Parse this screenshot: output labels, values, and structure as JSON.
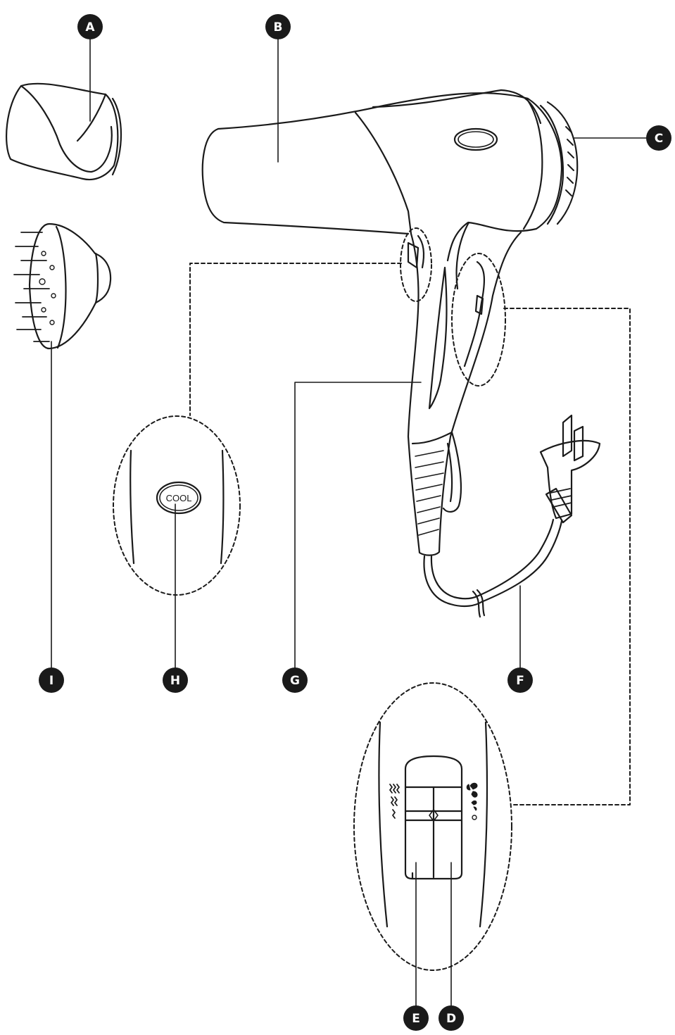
{
  "callouts": {
    "A": "A",
    "B": "B",
    "C": "C",
    "D": "D",
    "E": "E",
    "F": "F",
    "G": "G",
    "H": "H",
    "I": "I"
  },
  "cool_button": {
    "label": "COOL"
  },
  "colors": {
    "line": "#1a1a1a",
    "badge": "#1a1a1a",
    "badge_text": "#ffffff",
    "background": "#ffffff"
  }
}
